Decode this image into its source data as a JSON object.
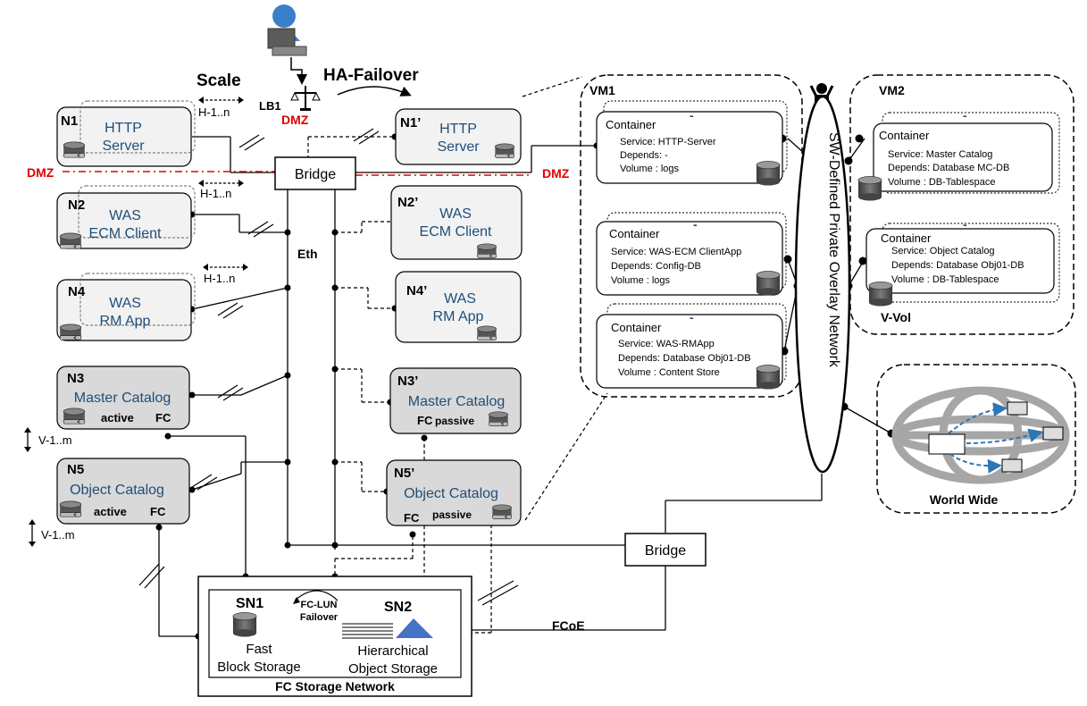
{
  "top": {
    "scale": "Scale",
    "ha_failover": "HA-Failover",
    "lb1": "LB1",
    "dmz_lb": "DMZ",
    "dmz_left": "DMZ",
    "dmz_right": "DMZ",
    "h_scale_1": "H-1..n",
    "h_scale_2": "H-1..n",
    "h_scale_3": "H-1..n",
    "eth": "Eth",
    "v_scale_1": "V-1..m",
    "v_scale_2": "V-1..m"
  },
  "bridges": {
    "top": "Bridge",
    "bottom": "Bridge"
  },
  "nodes": {
    "n1": {
      "id": "N1",
      "line1": "HTTP",
      "line2": "Server"
    },
    "n2": {
      "id": "N2",
      "line1": "WAS",
      "line2": "ECM Client"
    },
    "n4": {
      "id": "N4",
      "line1": "WAS",
      "line2": "RM App"
    },
    "n3": {
      "id": "N3",
      "line1": "Master Catalog",
      "active": "active",
      "fc": "FC"
    },
    "n5": {
      "id": "N5",
      "line1": "Object Catalog",
      "active": "active",
      "fc": "FC"
    },
    "n1p": {
      "id": "N1’",
      "line1": "HTTP",
      "line2": "Server"
    },
    "n2p": {
      "id": "N2’",
      "line1": "WAS",
      "line2": "ECM Client"
    },
    "n4p": {
      "id": "N4’",
      "line1": "WAS",
      "line2": "RM App"
    },
    "n3p": {
      "id": "N3’",
      "line1": "Master Catalog",
      "passive": "passive",
      "fc": "FC"
    },
    "n5p": {
      "id": "N5’",
      "line1": "Object Catalog",
      "passive": "passive",
      "fc": "FC"
    }
  },
  "storage": {
    "sn1": "SN1",
    "sn1_l1": "Fast",
    "sn1_l2": "Block Storage",
    "sn2": "SN2",
    "sn2_l1": "Hierarchical",
    "sn2_l2": "Object Storage",
    "failover_l1": "FC-LUN",
    "failover_l2": "Failover",
    "network": "FC Storage Network",
    "fcoe": "FCoE"
  },
  "vm1": {
    "title": "VM1",
    "containers": [
      {
        "title": "Container",
        "dash": "-",
        "service": "Service:   HTTP-Server",
        "depends": "Depends: -",
        "volume": "Volume : logs"
      },
      {
        "title": "Container",
        "dash": "-",
        "service": "Service:   WAS-ECM ClientApp",
        "depends": "Depends: Config-DB",
        "volume": "Volume : logs"
      },
      {
        "title": "Container",
        "dash": "-",
        "service": "Service:    WAS-RMApp",
        "depends": "Depends: Database Obj01-DB",
        "volume": "Volume : Content Store"
      }
    ]
  },
  "vm2": {
    "title": "VM2",
    "vvol": "V-Vol",
    "containers": [
      {
        "title": "Container",
        "dash": "-",
        "service": "Service:    Master Catalog",
        "depends": "Depends: Database MC-DB",
        "volume": "Volume : DB-Tablespace"
      },
      {
        "title": "Container",
        "dash": "-",
        "service": "Service:   Object Catalog",
        "depends": "Depends: Database Obj01-DB",
        "volume": "Volume  : DB-Tablespace"
      }
    ]
  },
  "overlay": "SW-Defined Private Overlay Network",
  "world": "World Wide",
  "colors": {
    "node_blue": "#1f4e79",
    "dmz_red": "#e00000",
    "globe": "#a6a6a6",
    "arrow_blue": "#2e75b6",
    "bar_blue": "#4472c4"
  }
}
